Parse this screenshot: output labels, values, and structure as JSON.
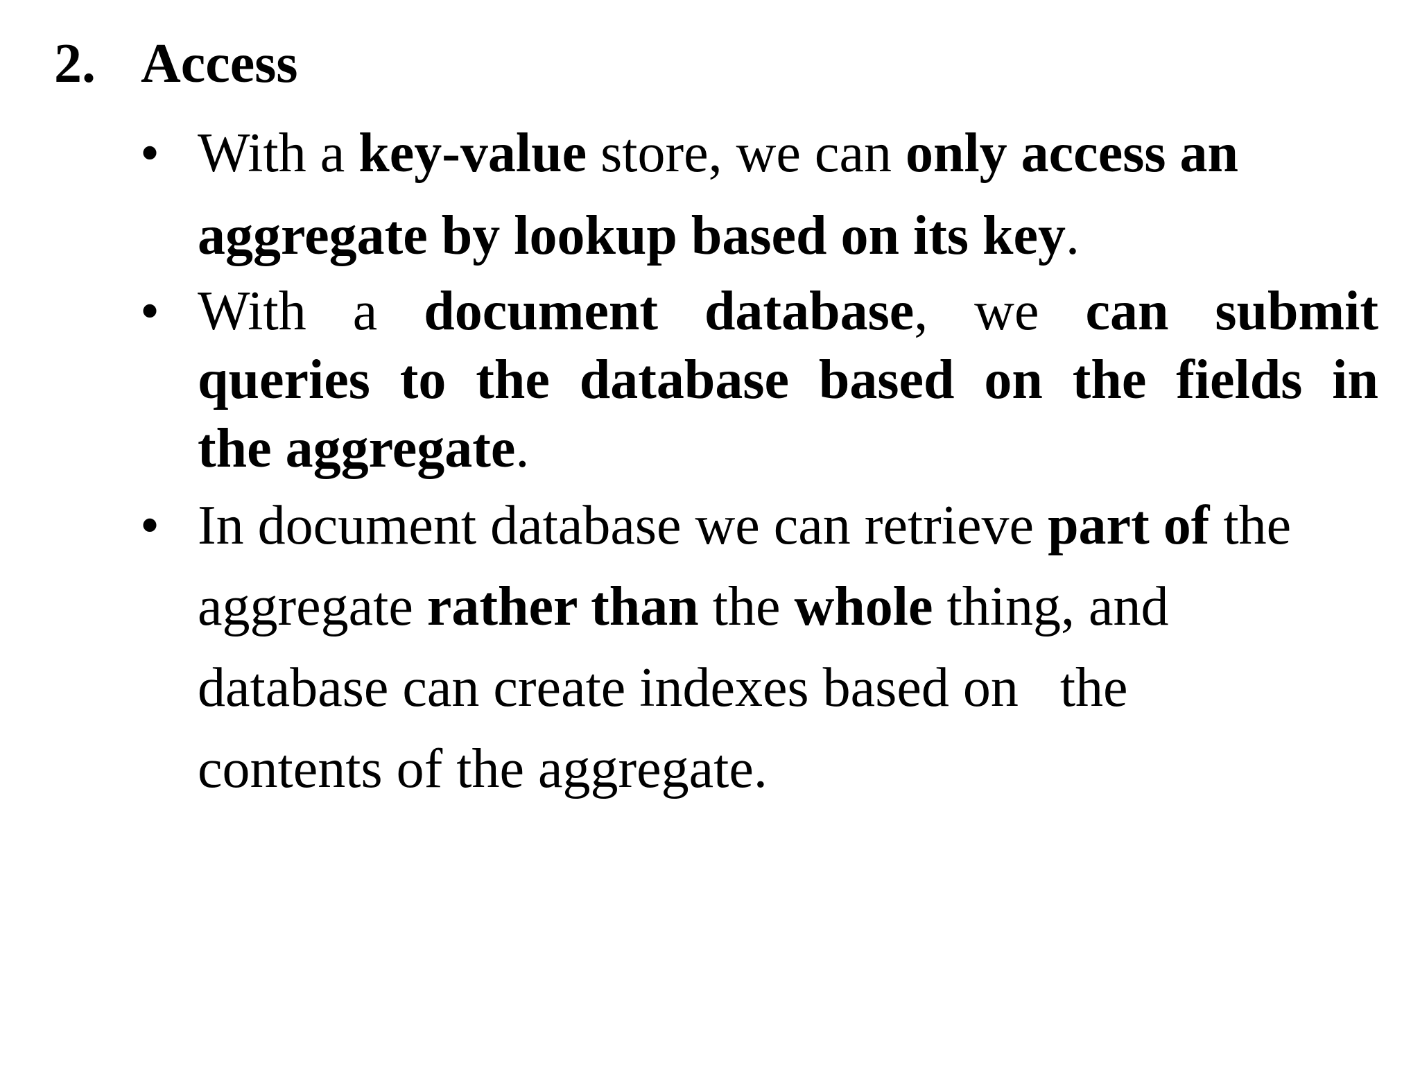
{
  "heading": {
    "number": "2.",
    "title": "Access"
  },
  "bullets": [
    {
      "symbol": "•",
      "lines": [
        [
          {
            "t": "With a ",
            "b": false
          },
          {
            "t": "key-value",
            "b": true
          },
          {
            "t": " store, we can ",
            "b": false
          },
          {
            "t": "only access an",
            "b": true
          }
        ],
        [
          {
            "t": "aggregate by lookup based on its key",
            "b": true
          },
          {
            "t": ".",
            "b": false
          }
        ]
      ]
    },
    {
      "symbol": "•",
      "lines": [
        [
          {
            "t": "With a ",
            "b": false
          },
          {
            "t": "document database",
            "b": true
          },
          {
            "t": ", we ",
            "b": false
          },
          {
            "t": "can submit",
            "b": true
          }
        ],
        [
          {
            "t": "queries to the database based on the fields in",
            "b": true
          }
        ],
        [
          {
            "t": "the aggregate",
            "b": true
          },
          {
            "t": ".",
            "b": false
          }
        ]
      ]
    },
    {
      "symbol": "•",
      "lines": [
        [
          {
            "t": "In document database we can retrieve ",
            "b": false
          },
          {
            "t": "part of",
            "b": true
          },
          {
            "t": " the",
            "b": false
          }
        ],
        [
          {
            "t": "aggregate ",
            "b": false
          },
          {
            "t": "rather than",
            "b": true
          },
          {
            "t": " the ",
            "b": false
          },
          {
            "t": "whole",
            "b": true
          },
          {
            "t": " thing, and",
            "b": false
          }
        ],
        [
          {
            "t": "database can create indexes based on   the",
            "b": false
          }
        ],
        [
          {
            "t": "contents of the aggregate.",
            "b": false
          }
        ]
      ]
    }
  ]
}
